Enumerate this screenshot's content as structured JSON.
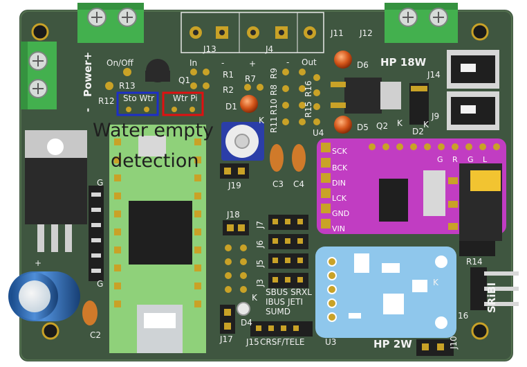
{
  "annotation": {
    "line1": "Water empty",
    "line2": "detection"
  },
  "silkscreen": {
    "on_off": "On/Off",
    "power_plus": "Power+",
    "minus_power": "-",
    "in": "In",
    "minus1": "-",
    "plus": "+",
    "minus2": "-",
    "out": "Out",
    "hp18w": "HP 18W",
    "hp2w": "HP 2W",
    "j13": "J13",
    "j4": "J4",
    "j11": "J11",
    "j12": "J12",
    "j14": "J14",
    "j9": "J9",
    "j19": "J19",
    "j18": "J18",
    "j17": "J17",
    "j15": "J15",
    "j10": "J10",
    "j7": "J7",
    "j6": "J6",
    "j5": "J5",
    "j3": "J3",
    "r1": "R1",
    "r2": "R2",
    "r7": "R7",
    "r9": "R9",
    "r8": "R8",
    "r10": "R10",
    "r11": "R11",
    "r15": "R15",
    "r16": "R16",
    "r12": "R12",
    "r13": "R13",
    "r14": "R14",
    "q1": "Q1",
    "q2": "Q2",
    "d1": "D1",
    "d2": "D2",
    "d4": "D4",
    "d5": "D5",
    "d6": "D6",
    "u3": "U3",
    "u4": "U4",
    "c2": "C2",
    "c3": "C3",
    "c4": "C4",
    "k1": "K",
    "k2": "K",
    "k3": "K",
    "k4": "K",
    "k5": "K",
    "g1": "G",
    "g2": "G",
    "n16": "16",
    "sbus_srxl": "SBUS SRXL",
    "ibus_jeti": "IBUS JETI",
    "sumd": "SUMD",
    "crsf_tele": "CRSF/TELE",
    "sto_wtr": "Sto Wtr",
    "wtr_pi": "Wtr Pi",
    "sriel": "SRiBl",
    "plus_cap": "+"
  },
  "dac_module": {
    "pins_left": [
      "SCK",
      "BCK",
      "DIN",
      "LCK",
      "GND",
      "VIN"
    ],
    "pins_top": [
      "G",
      "R",
      "G",
      "L"
    ]
  },
  "colors": {
    "pcb": "#3f5640",
    "silk": "#f2f2f2",
    "pad": "#c9a227",
    "teensy": "#8fd17a",
    "dac": "#c13dc2",
    "amp": "#8fc7ec",
    "terminal": "#43b04e",
    "highlight_blue": "#1c2ec9",
    "highlight_red": "#e01010"
  }
}
